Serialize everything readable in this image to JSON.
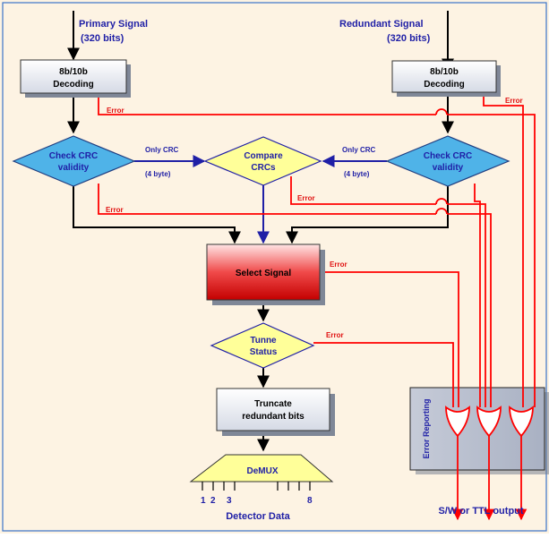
{
  "inputs": {
    "primary_title": "Primary Signal",
    "primary_bits": "(320 bits)",
    "redundant_title": "Redundant Signal",
    "redundant_bits": "(320 bits)"
  },
  "boxes": {
    "decode_left_line1": "8b/10b",
    "decode_left_line2": "Decoding",
    "decode_right_line1": "8b/10b",
    "decode_right_line2": "Decoding",
    "select_signal": "Select Signal",
    "truncate_line1": "Truncate",
    "truncate_line2": "redundant bits",
    "demux": "DeMUX",
    "error_reporting": "Error Reporting"
  },
  "diamonds": {
    "crc_left_line1": "Check CRC",
    "crc_left_line2": "validity",
    "compare_line1": "Compare",
    "compare_line2": "CRCs",
    "crc_right_line1": "Check CRC",
    "crc_right_line2": "validity",
    "tunnel_line1": "Tunne",
    "tunnel_line2": "Status"
  },
  "labels": {
    "only_crc_left": "Only CRC",
    "bytes_left": "(4 byte)",
    "only_crc_right": "Only CRC",
    "bytes_right": "(4 byte)",
    "error": "Error",
    "demux_pins": [
      "1",
      "2",
      "3",
      "8"
    ],
    "detector_data": "Detector Data",
    "output": "S/W or TTL output"
  },
  "colors": {
    "background": "#fdf3e3",
    "box_fill": "#e9ecf2",
    "diamond_blue": "#4fb3e8",
    "diamond_yellow": "#ffff99",
    "select_red": "#e81818",
    "error_panel": "#b4bccc",
    "demux_fill": "#ffff99",
    "error_line": "#ff0000",
    "crc_line": "#1f1fa6"
  }
}
